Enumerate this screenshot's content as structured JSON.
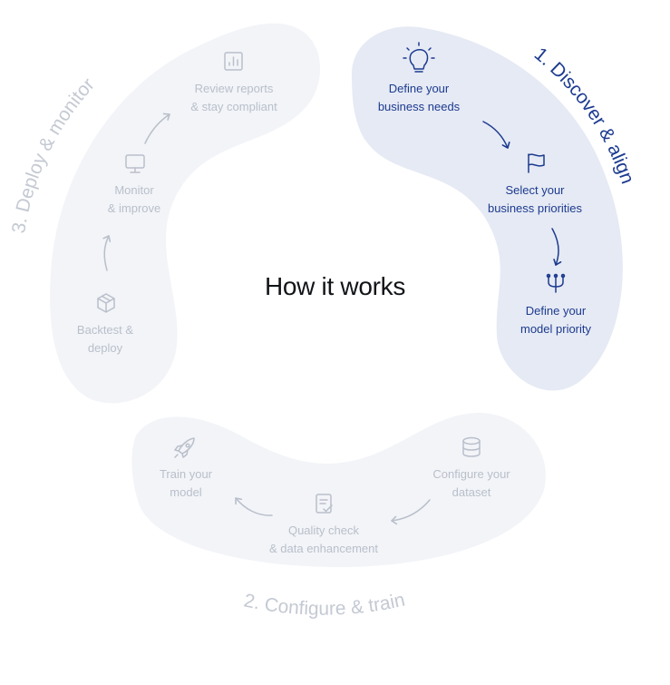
{
  "title": "How it works",
  "colors": {
    "active": "#1c3b8f",
    "muted": "#b9bfca",
    "active_bg": "#e6eaf4",
    "muted_bg": "#f2f4f8"
  },
  "phases": [
    {
      "label": "1. Discover & align",
      "state": "active",
      "steps": [
        {
          "line1": "Define your",
          "line2": "business needs",
          "icon": "lightbulb-icon"
        },
        {
          "line1": "Select your",
          "line2": "business priorities",
          "icon": "flag-icon"
        },
        {
          "line1": "Define your",
          "line2": "model priority",
          "icon": "fork-icon"
        }
      ]
    },
    {
      "label": "2. Configure & train",
      "state": "inactive",
      "steps": [
        {
          "line1": "Configure your",
          "line2": "dataset",
          "icon": "database-icon"
        },
        {
          "line1": "Quality check",
          "line2": "& data enhancement",
          "icon": "checklist-icon"
        },
        {
          "line1": "Train your",
          "line2": "model",
          "icon": "rocket-icon"
        }
      ]
    },
    {
      "label": "3. Deploy & monitor",
      "state": "inactive",
      "steps": [
        {
          "line1": "Backtest &",
          "line2": "deploy",
          "icon": "box-icon"
        },
        {
          "line1": "Monitor",
          "line2": "& improve",
          "icon": "monitor-icon"
        },
        {
          "line1": "Review reports",
          "line2": "& stay compliant",
          "icon": "report-chart-icon"
        }
      ]
    }
  ]
}
